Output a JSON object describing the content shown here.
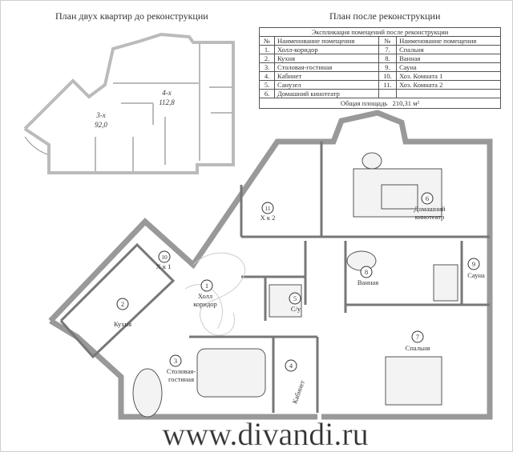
{
  "titles": {
    "before": "План двух квартир до реконструкции",
    "after": "План после реконструкции"
  },
  "before_plan": {
    "apt3": {
      "label": "3-х",
      "area": "92,0"
    },
    "apt4": {
      "label": "4-х",
      "area": "112,8"
    }
  },
  "explication": {
    "title": "Экспликация помещений после реконструкции",
    "col_num": "№",
    "col_name": "Наименование помещения",
    "rows": [
      {
        "n1": "1.",
        "r1": "Холл-коридор",
        "n2": "7.",
        "r2": "Спальня"
      },
      {
        "n1": "2.",
        "r1": "Кухня",
        "n2": "8.",
        "r2": "Ванная"
      },
      {
        "n1": "3.",
        "r1": "Столовая-гостиная",
        "n2": "9.",
        "r2": "Сауна"
      },
      {
        "n1": "4.",
        "r1": "Кабинет",
        "n2": "10.",
        "r2": "Хоз. Комната 1"
      },
      {
        "n1": "5.",
        "r1": "Санузел",
        "n2": "11.",
        "r2": "Хоз. Комната 2"
      },
      {
        "n1": "6.",
        "r1": "Домашний кинотеатр",
        "n2": "",
        "r2": ""
      }
    ],
    "total_label": "Общая площадь",
    "total_value": "210,31 м²"
  },
  "rooms": [
    {
      "num": "1",
      "name": "Холл",
      "name2": "коридор"
    },
    {
      "num": "2",
      "name": "Кухня",
      "name2": ""
    },
    {
      "num": "3",
      "name": "Столовая-",
      "name2": "гостиная"
    },
    {
      "num": "4",
      "name": "Кабинет",
      "name2": ""
    },
    {
      "num": "5",
      "name": "С/у",
      "name2": ""
    },
    {
      "num": "6",
      "name": "Домашний",
      "name2": "кинотеатр"
    },
    {
      "num": "7",
      "name": "Спальня",
      "name2": ""
    },
    {
      "num": "8",
      "name": "Ванная",
      "name2": ""
    },
    {
      "num": "9",
      "name": "Сауна",
      "name2": ""
    },
    {
      "num": "10",
      "name": "Х к 1",
      "name2": ""
    },
    {
      "num": "11",
      "name": "Х к 2",
      "name2": ""
    }
  ],
  "watermark": "www.divandi.ru"
}
